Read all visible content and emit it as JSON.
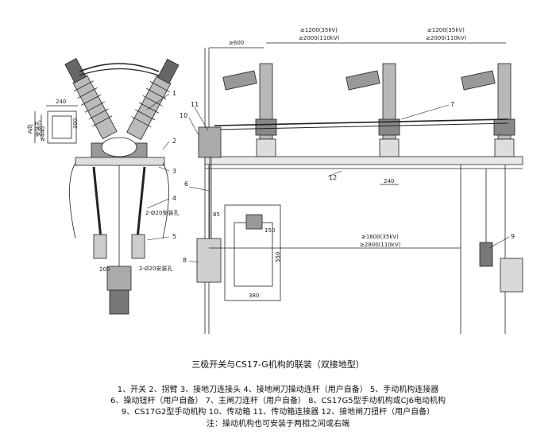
{
  "callouts": [
    "1",
    "2",
    "3",
    "4",
    "5",
    "6",
    "7",
    "8",
    "9",
    "10",
    "11",
    "12"
  ],
  "dimensions": {
    "d600": "≥600",
    "d1200_a": "≥1200(35kV)",
    "d2000_a": "≥2000(110kV)",
    "d1200_b": "≥1200(35kV)",
    "d2000_b": "≥2000(110kV)",
    "d1600": "≥1600(35kV)",
    "d2800": "≥2800(110kV)",
    "d240_top": "240",
    "d240_bot": "240",
    "d300": "300",
    "d440": "≥440",
    "d85": "85",
    "d150": "150",
    "d550": "550",
    "d380": "380",
    "d200": "200",
    "hole_a": "A向",
    "hole_a_sub": "安装孔",
    "hole_b": "2-Ø20安装孔",
    "hole_c": "2-Ø20安装孔"
  },
  "title": "三极开关与CS17-G机构的联装（双接地型）",
  "legend": [
    "1、开关    2、拐臂    3、接地刀连接头    4、接地闸刀操动连杆（用户自备）    5、手动机构连接器",
    "6、操动钮杆（用户自备）    7、主闸刀连杆（用户自备）    8、CS17G5型手动机构或CJ6电动机构",
    "9、CS17G2型手动机构    10、传动箱    11、传动箱连接器    12、接地闸刀扭杆（用户自备）"
  ],
  "note": "注：操动机构也可安装于两相之间或右端"
}
